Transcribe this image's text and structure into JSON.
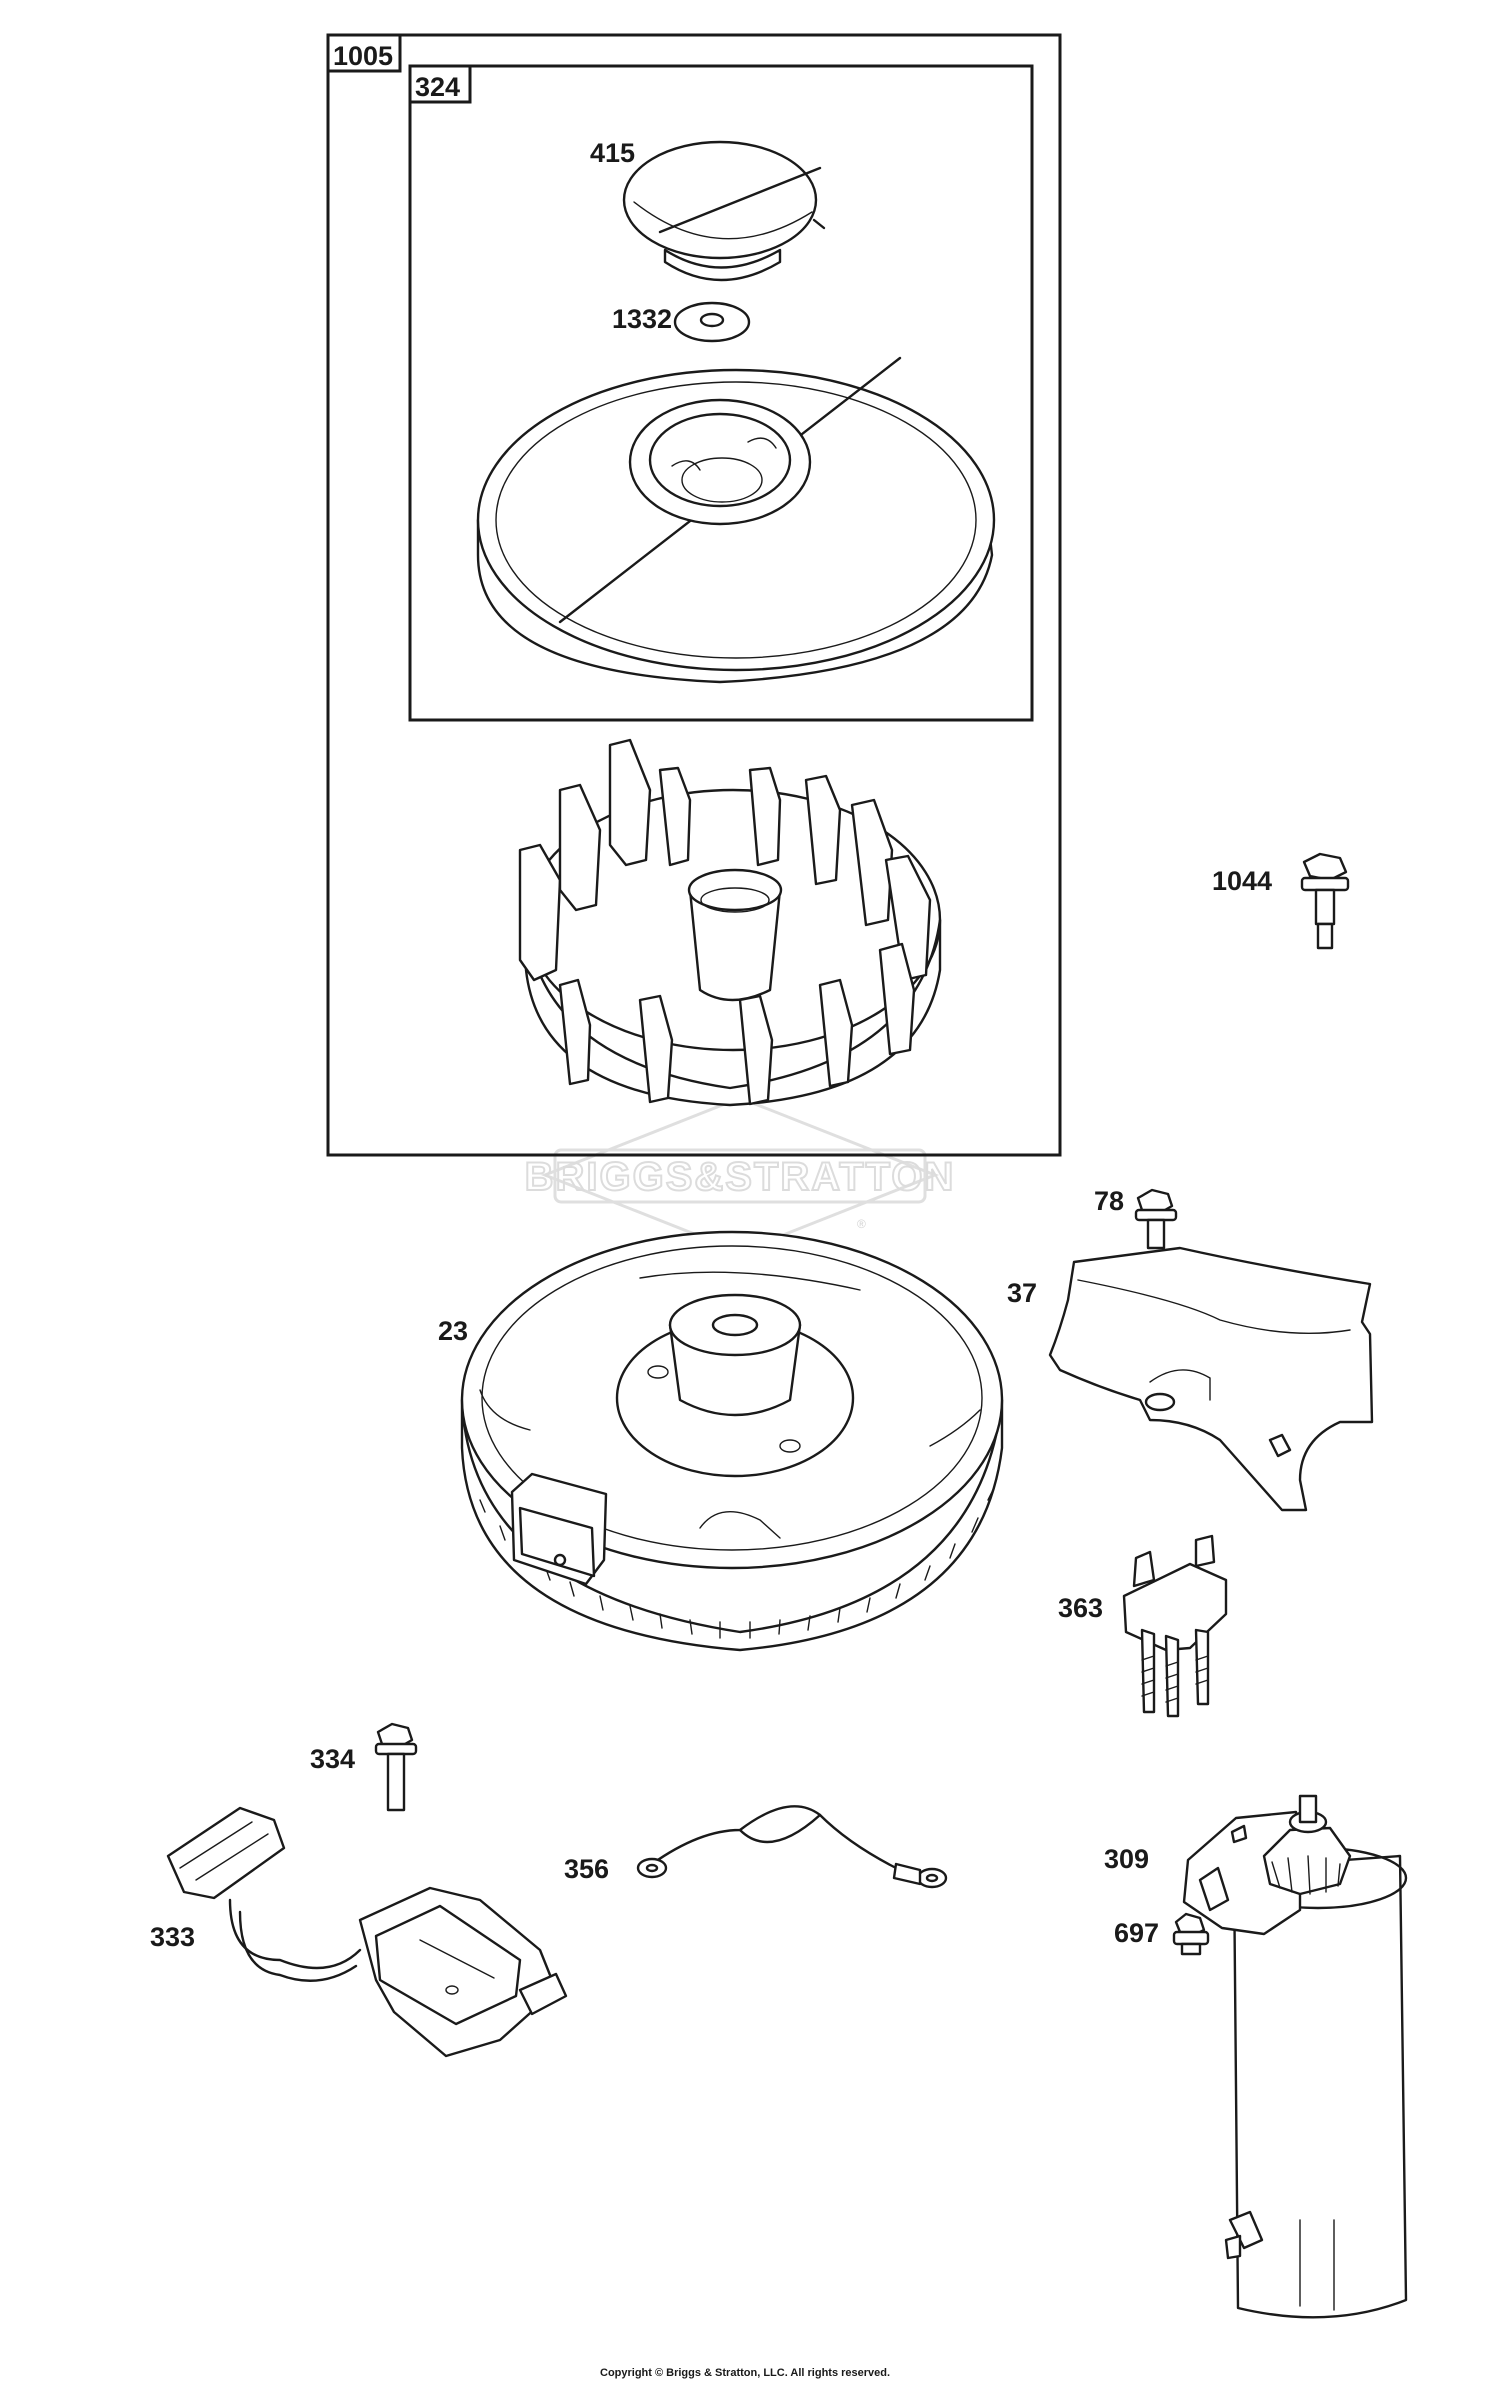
{
  "callouts": {
    "p1005": "1005",
    "p324": "324",
    "p415": "415",
    "p1332": "1332",
    "p1044": "1044",
    "p78": "78",
    "p37": "37",
    "p23": "23",
    "p363": "363",
    "p334": "334",
    "p356": "356",
    "p309": "309",
    "p333": "333",
    "p697": "697"
  },
  "watermark": {
    "brand": "BRIGGS&STRATTON",
    "registered": "®"
  },
  "footer": {
    "copyright": "Copyright © Briggs & Stratton, LLC. All rights reserved."
  },
  "colors": {
    "line": "#1a1a1a",
    "watermark": "#d9d9d9",
    "background": "#ffffff"
  }
}
